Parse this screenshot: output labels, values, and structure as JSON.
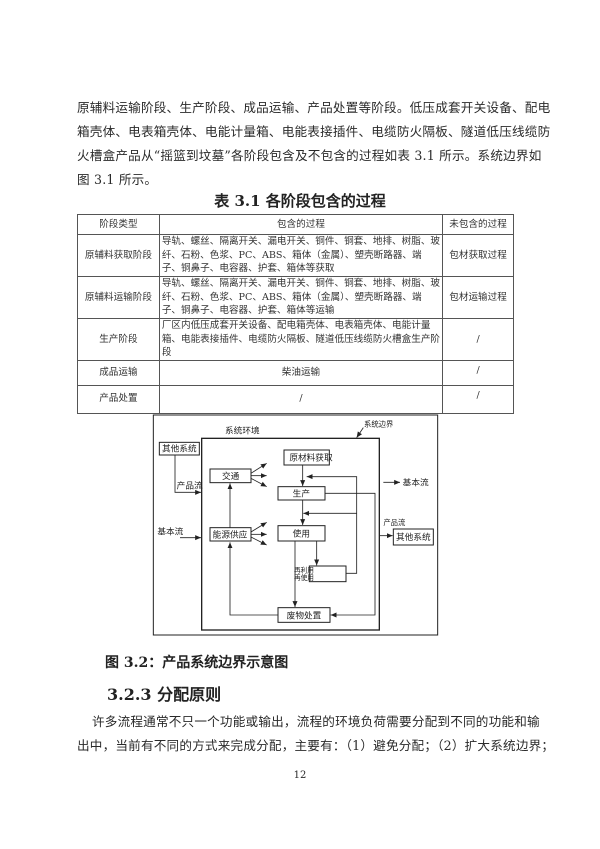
{
  "intro_lines": [
    "原辅料运输阶段、生产阶段、成品运输、产品处置等阶段。低压成套开关设备、配电",
    "箱壳体、电表箱壳体、电能计量箱、电能表接插件、电缆防火隔板、隧道低压线缆防",
    "火槽盒产品从“摇篮到坟墓”各阶段包含及不包含的过程如表 3.1 所示。系统边界如",
    "图 3.1 所示。"
  ],
  "table": {
    "caption": "表 3.1 各阶段包含的过程",
    "headers": [
      "阶段类型",
      "包含的过程",
      "未包含的过程"
    ],
    "rows": [
      [
        "原辅料获取阶段",
        "导轨、螺丝、隔离开关、漏电开关、铜件、铜套、地排、树脂、玻纤、石粉、色浆、PC、ABS、箱体（金属）、塑壳断路器、端子、铜鼻子、电容器、护套、箱体等获取",
        "包材获取过程"
      ],
      [
        "原辅料运输阶段",
        "导轨、螺丝、隔离开关、漏电开关、铜件、铜套、地排、树脂、玻纤、石粉、色浆、PC、ABS、箱体（金属）、塑壳断路器、端子、铜鼻子、电容器、护套、箱体等运输",
        "包材运输过程"
      ],
      [
        "生产阶段",
        "厂区内低压成套开关设备、配电箱壳体、电表箱壳体、电能计量箱、电能表接插件、电缆防火隔板、隧道低压线缆防火槽盒生产阶段",
        "/"
      ],
      [
        "成品运输",
        "柴油运输",
        "/"
      ],
      [
        "产品处置",
        "/",
        "/"
      ]
    ]
  },
  "diagram": {
    "system_environment": "系统环境",
    "system_boundary": "系统边界",
    "other_system_left": "其他系统",
    "other_system_right": "其他系统",
    "raw_material": "原材料获取",
    "transport": "交通",
    "production": "生产",
    "energy": "能源供应",
    "use": "使用",
    "reuse_line1": "再利用",
    "reuse_line2": "再使用",
    "waste": "废物处置",
    "product_flow_left": "产品流",
    "basic_flow_left": "基本流",
    "basic_flow_right": "基本流",
    "product_flow_right": "产品流"
  },
  "figure_caption": "图 3.2：产品系统边界示意图",
  "section_heading": "3.2.3 分配原则",
  "body_lines": [
    "许多流程通常不只一个功能或输出，流程的环境负荷需要分配到不同的功能和输",
    "出中，当前有不同的方式来完成分配，主要有：（1）避免分配；（2）扩大系统边界；"
  ],
  "page_number": "12"
}
